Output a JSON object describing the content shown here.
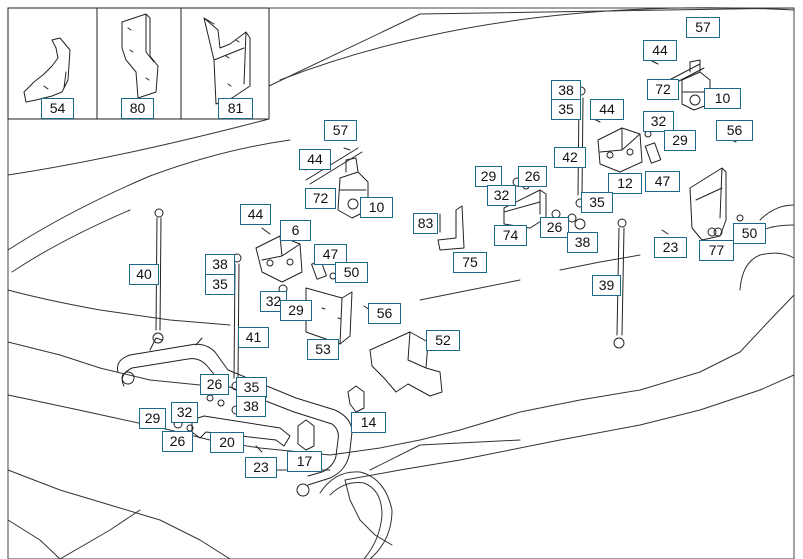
{
  "diagram": {
    "labels": [
      {
        "id": "l54",
        "text": "54"
      },
      {
        "id": "l80",
        "text": "80"
      },
      {
        "id": "l81",
        "text": "81"
      },
      {
        "id": "l57a",
        "text": "57"
      },
      {
        "id": "l44a",
        "text": "44"
      },
      {
        "id": "l72a",
        "text": "72"
      },
      {
        "id": "l10a",
        "text": "10"
      },
      {
        "id": "l38a",
        "text": "38"
      },
      {
        "id": "l35a",
        "text": "35"
      },
      {
        "id": "l44b",
        "text": "44"
      },
      {
        "id": "l32a",
        "text": "32"
      },
      {
        "id": "l29a",
        "text": "29"
      },
      {
        "id": "l56a",
        "text": "56"
      },
      {
        "id": "l42",
        "text": "42"
      },
      {
        "id": "l12",
        "text": "12"
      },
      {
        "id": "l47a",
        "text": "47"
      },
      {
        "id": "l57b",
        "text": "57"
      },
      {
        "id": "l44c",
        "text": "44"
      },
      {
        "id": "l72b",
        "text": "72"
      },
      {
        "id": "l10b",
        "text": "10"
      },
      {
        "id": "l29b",
        "text": "29"
      },
      {
        "id": "l26a",
        "text": "26"
      },
      {
        "id": "l32b",
        "text": "32"
      },
      {
        "id": "l35b",
        "text": "35"
      },
      {
        "id": "l83",
        "text": "83"
      },
      {
        "id": "l74",
        "text": "74"
      },
      {
        "id": "l26b",
        "text": "26"
      },
      {
        "id": "l38b",
        "text": "38"
      },
      {
        "id": "l23a",
        "text": "23"
      },
      {
        "id": "l77",
        "text": "77"
      },
      {
        "id": "l50a",
        "text": "50"
      },
      {
        "id": "l44d",
        "text": "44"
      },
      {
        "id": "l6",
        "text": "6"
      },
      {
        "id": "l40",
        "text": "40"
      },
      {
        "id": "l38c",
        "text": "38"
      },
      {
        "id": "l47b",
        "text": "47"
      },
      {
        "id": "l50b",
        "text": "50"
      },
      {
        "id": "l75",
        "text": "75"
      },
      {
        "id": "l35c",
        "text": "35"
      },
      {
        "id": "l32c",
        "text": "32"
      },
      {
        "id": "l29c",
        "text": "29"
      },
      {
        "id": "l56b",
        "text": "56"
      },
      {
        "id": "l39",
        "text": "39"
      },
      {
        "id": "l53",
        "text": "53"
      },
      {
        "id": "l41",
        "text": "41"
      },
      {
        "id": "l52",
        "text": "52"
      },
      {
        "id": "l26c",
        "text": "26"
      },
      {
        "id": "l35d",
        "text": "35"
      },
      {
        "id": "l38d",
        "text": "38"
      },
      {
        "id": "l29d",
        "text": "29"
      },
      {
        "id": "l32d",
        "text": "32"
      },
      {
        "id": "l26d",
        "text": "26"
      },
      {
        "id": "l14",
        "text": "14"
      },
      {
        "id": "l20",
        "text": "20"
      },
      {
        "id": "l23b",
        "text": "23"
      },
      {
        "id": "l17",
        "text": "17"
      }
    ]
  }
}
